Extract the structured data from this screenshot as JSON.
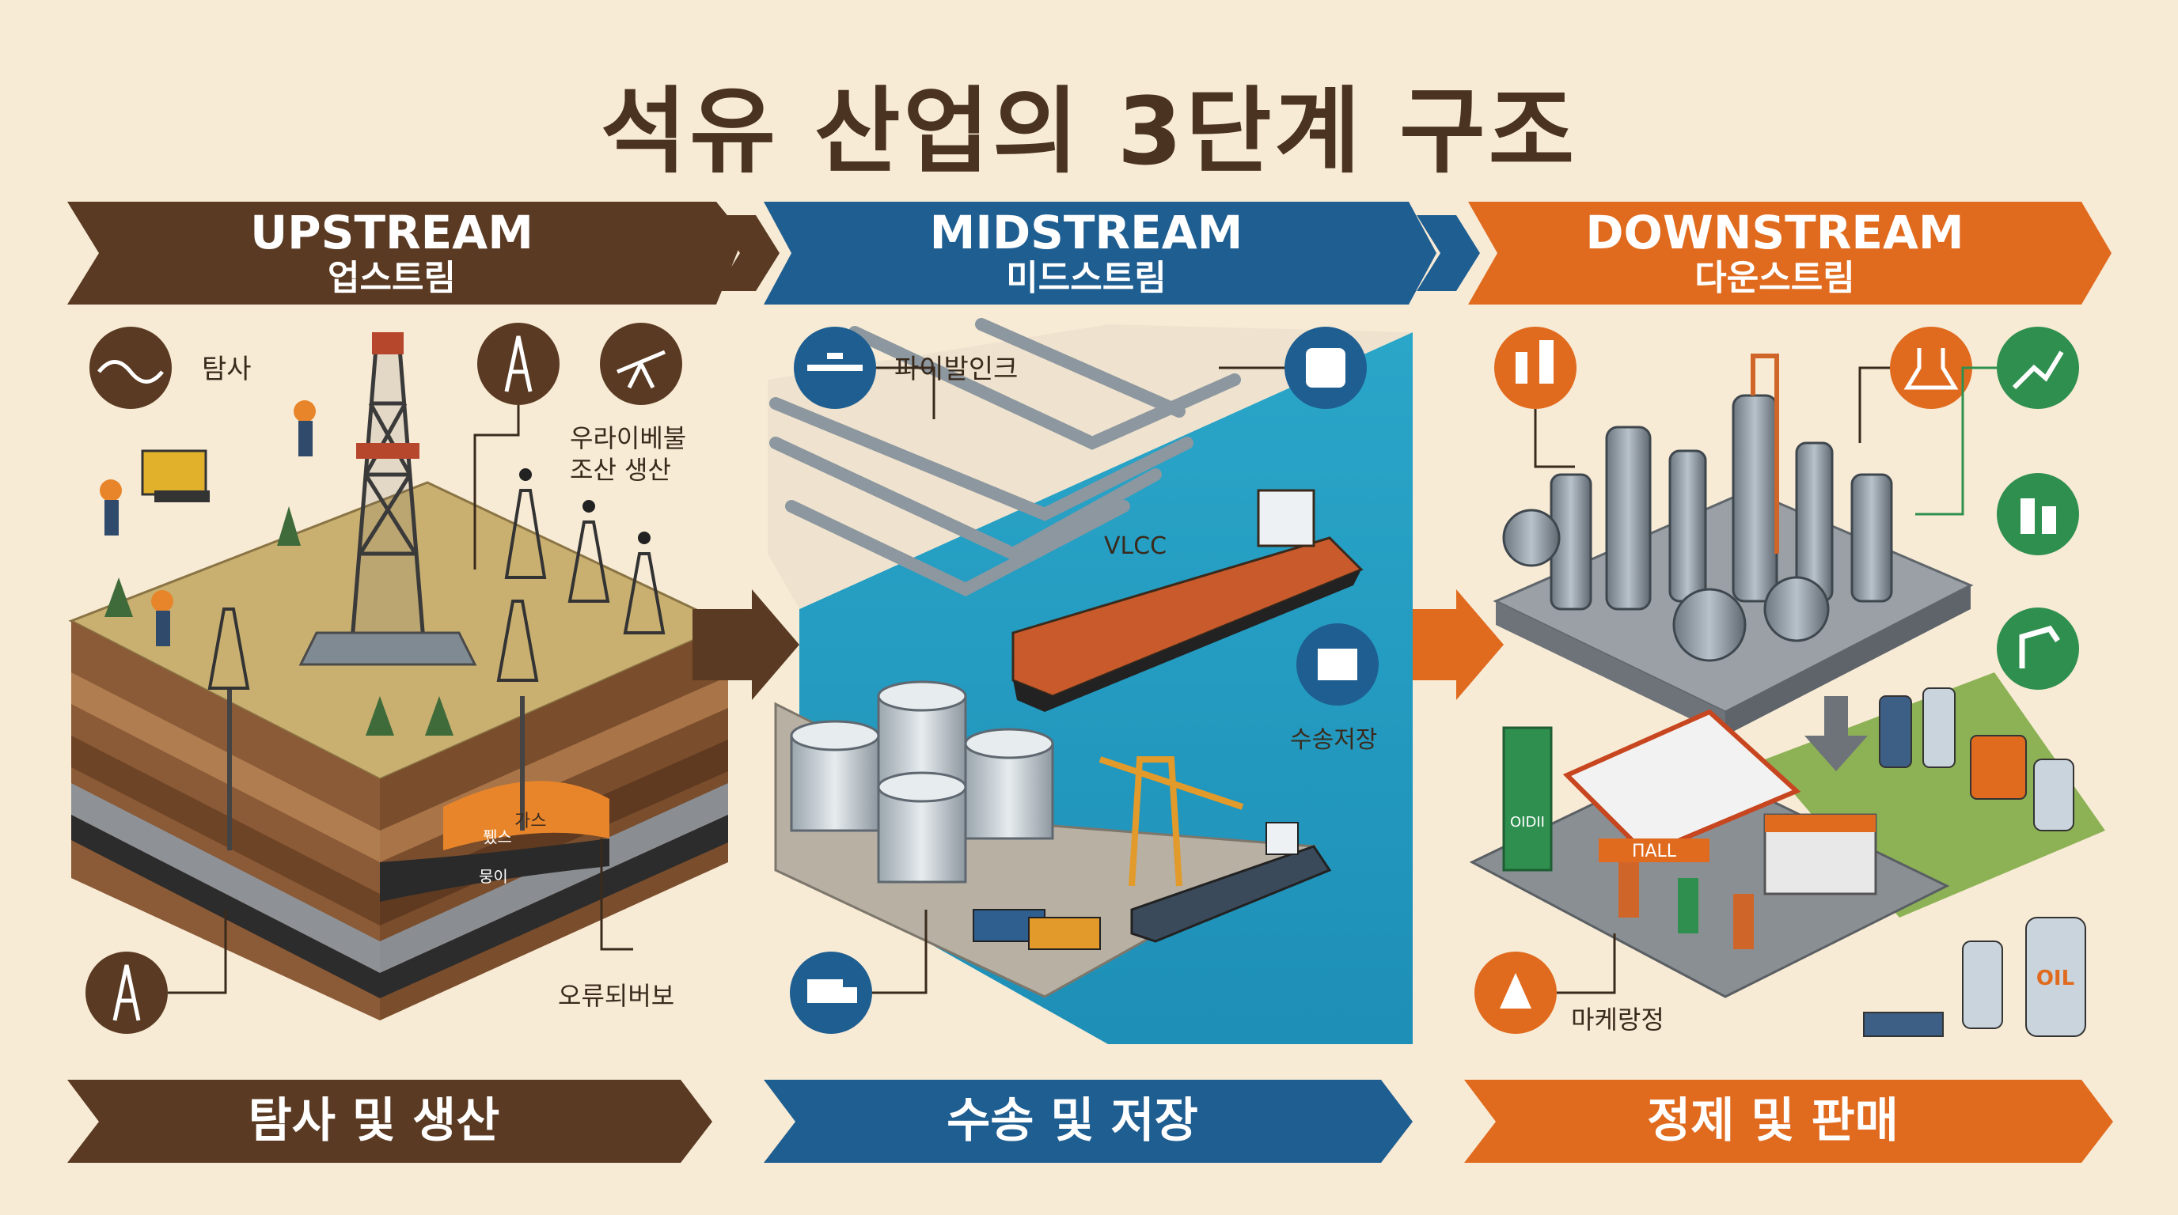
{
  "title": "석유 산업의 3단계 구조",
  "colors": {
    "background": "#f8ebd6",
    "upstream": "#5a3a22",
    "midstream": "#1f5e91",
    "downstream": "#e06b1f",
    "text_dark": "#3a2a1c"
  },
  "stages": [
    {
      "key": "upstream",
      "title_en": "UPSTREAM",
      "title_ko": "업스트림",
      "bottom_label": "탐사 및 생산"
    },
    {
      "key": "midstream",
      "title_en": "MIDSTREAM",
      "title_ko": "미드스트림",
      "bottom_label": "수송 및 저장"
    },
    {
      "key": "downstream",
      "title_en": "DOWNSTREAM",
      "title_ko": "다운스트림",
      "bottom_label": "정제 및 판매"
    }
  ],
  "upstream": {
    "label_explore": "탐사",
    "label_wells": "우라이베불\n조산 생산",
    "label_gas": "가스",
    "label_oil_a": "퓄스",
    "label_oil_b": "뭉이",
    "label_bottom": "오류되버보"
  },
  "midstream": {
    "label_pipeline": "파이발인크",
    "label_vlcc": "VLCC",
    "label_storage": "수송저장"
  },
  "downstream": {
    "label_marketing": "마케랑정",
    "station_sign": "ΠALL",
    "pole_sign": "OIDII",
    "oil_label": "OIL"
  }
}
